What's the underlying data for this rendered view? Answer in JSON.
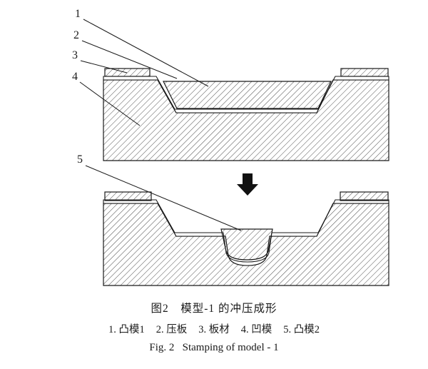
{
  "colors": {
    "ink": "#1a1a1a",
    "paper": "#ffffff"
  },
  "diagram": {
    "part_labels": [
      "1",
      "2",
      "3",
      "4",
      "5"
    ]
  },
  "caption": {
    "zh": "图2　模型-1 的冲压成形",
    "en": "Fig. 2   Stamping of model - 1"
  },
  "legend": {
    "items": [
      "1. 凸模1",
      "2. 压板",
      "3. 板材",
      "4. 凹模",
      "5. 凸模2"
    ]
  }
}
